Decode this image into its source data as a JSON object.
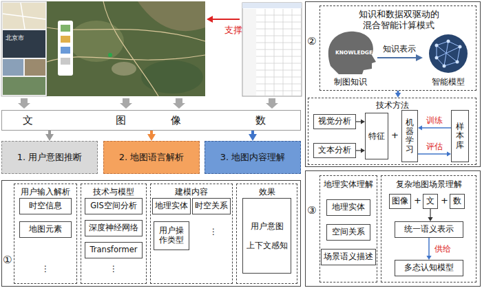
{
  "diagram": {
    "nodes": [
      {
        "text": [
          "文",
          "图",
          "像",
          "数"
        ]
      },
      {
        "text": [
          "1. 用户意图推断"
        ]
      },
      {
        "text": [
          "2. 地图语言解析"
        ]
      },
      {
        "text": [
          "3. 地图内容理解"
        ]
      },
      {
        "text": [
          "①"
        ]
      },
      {
        "text": [
          "用户输入解析",
          "⋮"
        ],
        "in": 4
      },
      {
        "text": [
          "时空信息"
        ],
        "in": 5
      },
      {
        "text": [
          "地图元素"
        ],
        "in": 5
      },
      {
        "text": [
          "技术与模型",
          "⋮"
        ],
        "in": 4
      },
      {
        "text": [
          "GIS空间分析"
        ],
        "in": 8
      },
      {
        "text": [
          "深度神经网络"
        ],
        "in": 8
      },
      {
        "text": [
          "Transformer"
        ],
        "in": 8
      },
      {
        "text": [
          "建模内容",
          "⋮"
        ],
        "in": 4
      },
      {
        "text": [
          "地理实体"
        ],
        "in": 12
      },
      {
        "text": [
          "时空关系"
        ],
        "in": 12
      },
      {
        "text": [
          "用户操作类型"
        ],
        "in": 12
      },
      {
        "text": [
          "效果"
        ],
        "in": 4
      },
      {
        "text": [
          "用户意图",
          "上下文感知"
        ],
        "in": 16
      },
      {
        "text": [
          "②"
        ]
      },
      {
        "text": [
          "知识和数据双驱动的混合智能计算模式"
        ],
        "in": 18
      },
      {
        "text": [
          "技术方法"
        ],
        "in": 18
      },
      {
        "text": [
          "视觉分析"
        ],
        "in": 20
      },
      {
        "text": [
          "文本分析"
        ],
        "in": 20
      },
      {
        "text": [
          "特征"
        ],
        "in": 20
      },
      {
        "text": [
          "机器学习"
        ],
        "in": 20
      },
      {
        "text": [
          "样本库"
        ],
        "in": 20
      },
      {
        "text": [
          "③"
        ]
      },
      {
        "text": [
          "地理实体理解"
        ],
        "in": 26
      },
      {
        "text": [
          "地理实体"
        ],
        "in": 27
      },
      {
        "text": [
          "空间关系"
        ],
        "in": 27
      },
      {
        "text": [
          "场景语义描述"
        ],
        "in": 27
      },
      {
        "text": [
          "复杂地图场景理解"
        ],
        "in": 26
      },
      {
        "text": [
          "图像"
        ],
        "in": 31
      },
      {
        "text": [
          "文"
        ],
        "in": 31
      },
      {
        "text": [
          "数"
        ],
        "in": 31
      },
      {
        "text": [
          "统一语义表示"
        ],
        "in": 31
      },
      {
        "text": [
          "多态认知模型"
        ],
        "in": 31
      }
    ],
    "edges": [
      {
        "from": 0,
        "to": 1,
        "arrow": "to"
      },
      {
        "from": 0,
        "to": 2,
        "arrow": "to"
      },
      {
        "from": 0,
        "to": 3,
        "arrow": "to"
      },
      {
        "from": 19,
        "to": 20,
        "arrow": "to"
      },
      {
        "from": 21,
        "to": 23,
        "arrow": "to"
      },
      {
        "from": 22,
        "to": 23,
        "arrow": "to"
      },
      {
        "from": 25,
        "to": 24,
        "label": "训练",
        "arrow": "to"
      },
      {
        "from": 24,
        "to": 25,
        "label": "评估",
        "arrow": "to"
      },
      {
        "from": 33,
        "to": 35,
        "arrow": "to"
      },
      {
        "from": 35,
        "to": 36,
        "label": "供给",
        "arrow": "to"
      }
    ],
    "labels": [
      "北京市",
      "支撑",
      "KNOWLEDGE",
      "制图知识",
      "知识表示",
      "智能模型",
      "+",
      "+",
      "+"
    ]
  }
}
